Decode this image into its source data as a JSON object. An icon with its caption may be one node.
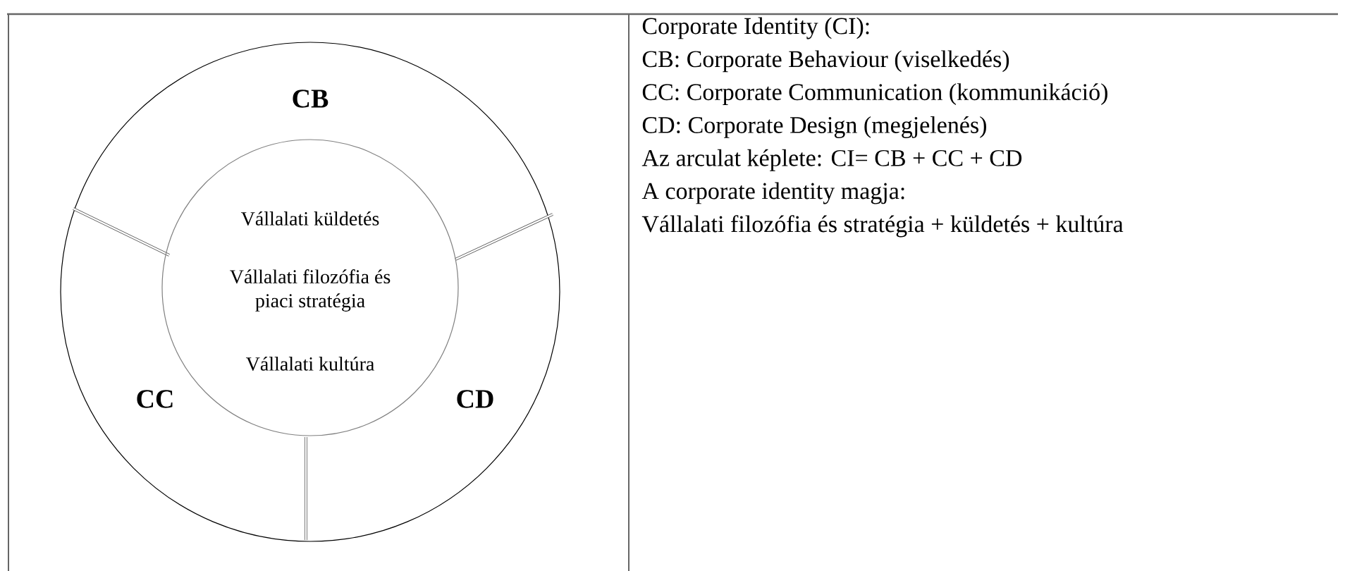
{
  "diagram": {
    "nodes": [
      {
        "text": [
          "CB",
          "CC",
          "CD"
        ]
      },
      {
        "text": [
          "Vállalati küldetés",
          "Vállalati filozófia és piaci stratégia",
          "Vállalati kultúra"
        ],
        "in": 0
      }
    ],
    "labels": [
      "Corporate Identity (CI):",
      "CB: Corporate Behaviour (viselkedés)",
      "CC: Corporate Communication (kommunikáció)",
      "CD: Corporate Design (megjelenés)",
      "Az arculat képlete: CI= CB + CC + CD",
      "A corporate identity magja:",
      "Vállalati filozófia és stratégia + küldetés + kultúra"
    ]
  }
}
